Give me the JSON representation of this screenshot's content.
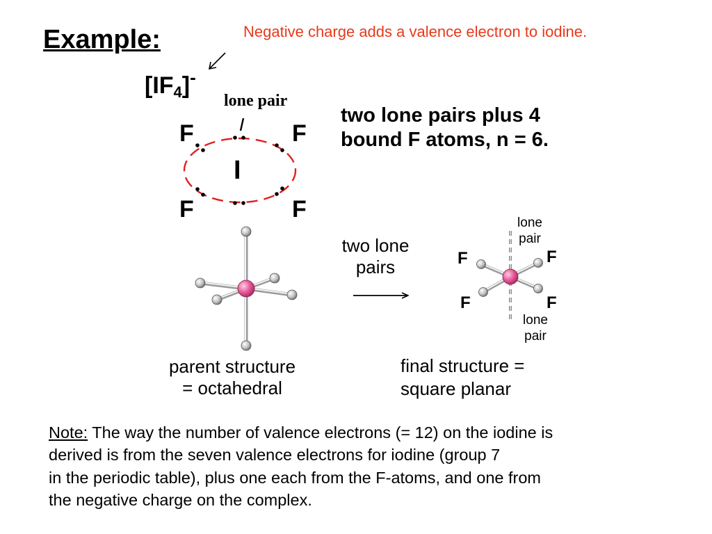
{
  "title": "Example:",
  "charge_note": "Negative charge adds a valence electron to iodine.",
  "formula": {
    "open": "[IF",
    "subscript": "4",
    "close": "]",
    "superscript": "-"
  },
  "lewis": {
    "lone_pair_label": "lone pair",
    "center_atom": "I",
    "fluorine": "F"
  },
  "summary_lines": [
    "two lone pairs plus 4",
    "bound F atoms, n = 6."
  ],
  "arrow_label_lines": [
    "two lone",
    "pairs"
  ],
  "parent_caption_lines": [
    "parent structure",
    "= octahedral"
  ],
  "final_caption_lines": [
    "final structure =",
    "square planar"
  ],
  "square_planar": {
    "fluorine": "F",
    "lone_pair_top": [
      "lone",
      "pair"
    ],
    "lone_pair_bottom": [
      "lone",
      "pair"
    ]
  },
  "note": {
    "label": "Note:",
    "lines": [
      " The way the number of valence electrons (= 12) on the iodine is",
      "derived is from the seven valence electrons for iodine (group 7",
      "in the periodic table), plus one each from the F-atoms, and one from",
      "the negative charge on the complex."
    ]
  },
  "colors": {
    "accent_red": "#e8391b",
    "ring_red": "#e02020",
    "center_atom_pink": "#e8589a",
    "ligand_gray": "#bfbfbf"
  }
}
